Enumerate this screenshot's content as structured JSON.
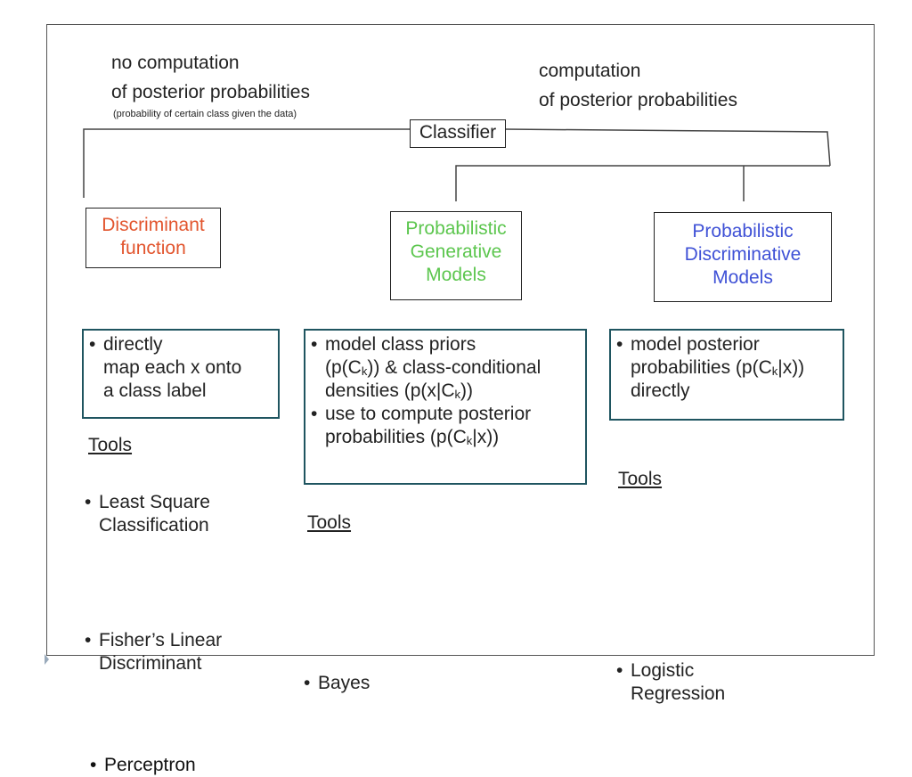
{
  "top_left": {
    "line1": "no computation",
    "line2": "of posterior probabilities",
    "note": "(probability of certain class given the data)"
  },
  "top_right": {
    "line1": "computation",
    "line2": "of posterior probabilities"
  },
  "root": {
    "label": "Classifier"
  },
  "nodes": {
    "discriminant": {
      "line1": "Discriminant",
      "line2": "function",
      "color": "#e2552e"
    },
    "generative": {
      "line1": "Probabilistic",
      "line2": "Generative",
      "line3": "Models",
      "color": "#5cc64e"
    },
    "discriminative": {
      "line1": "Probabilistic",
      "line2": "Discriminative",
      "line3": "Models",
      "color": "#3f51d6"
    }
  },
  "details": {
    "discriminant": {
      "line1": "directly",
      "line2": "map each x onto",
      "line3": "a class label"
    },
    "generative": {
      "b1_line1": "model class priors",
      "b1_line2_a": "(p(C",
      "b1_line2_sub": "k",
      "b1_line2_b": ")) & class-conditional",
      "b1_line3_a": "densities (p(x|C",
      "b1_line3_sub": "k",
      "b1_line3_b": "))",
      "b2_line1": "use to compute posterior",
      "b2_line2_a": "probabilities (p(C",
      "b2_line2_sub": "k",
      "b2_line2_b": "|x))"
    },
    "discriminative": {
      "line1": "model posterior",
      "line2_a": "probabilities (p(C",
      "line2_sub": "k",
      "line2_b": "|x))",
      "line3": "directly"
    }
  },
  "tools": {
    "label": "Tools",
    "discriminant": {
      "item1_line1": "Least Square",
      "item1_line2": "Classification",
      "item2_line1": "Fisher’s Linear",
      "item2_line2": "Discriminant",
      "item3": "Perceptron"
    },
    "generative": {
      "item1": "Bayes"
    },
    "discriminative": {
      "item1_line1": "Logistic",
      "item1_line2": "Regression"
    }
  },
  "colors": {
    "detail_border": "#1f5560",
    "frame": "#555555"
  }
}
